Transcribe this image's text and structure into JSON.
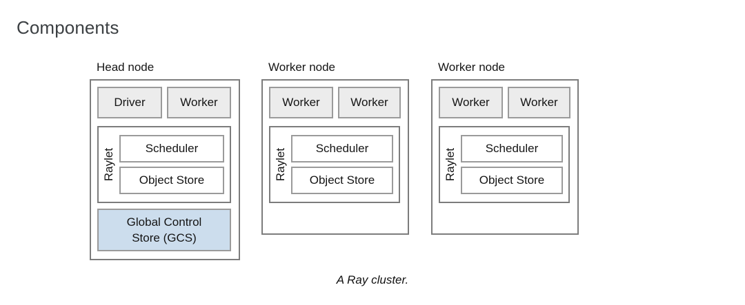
{
  "slide": {
    "title": "Components",
    "caption": "A Ray cluster."
  },
  "labels": {
    "raylet": "Raylet",
    "scheduler": "Scheduler",
    "object_store": "Object Store",
    "driver": "Driver",
    "worker": "Worker",
    "gcs_line1": "Global Control",
    "gcs_line2": "Store (GCS)"
  },
  "colors": {
    "title_text": "#3c4043",
    "node_border": "#7c7c7c",
    "box_border": "#9a9a9a",
    "process_fill": "#ececec",
    "gcs_fill": "#ccdded",
    "background": "#ffffff"
  },
  "nodes": [
    {
      "label": "Head node",
      "processes": [
        "Driver",
        "Worker"
      ],
      "raylet": {
        "label": "Raylet",
        "components": [
          "Scheduler",
          "Object Store"
        ]
      },
      "gcs": {
        "line1": "Global Control",
        "line2": "Store (GCS)"
      }
    },
    {
      "label": "Worker node",
      "processes": [
        "Worker",
        "Worker"
      ],
      "raylet": {
        "label": "Raylet",
        "components": [
          "Scheduler",
          "Object Store"
        ]
      },
      "gcs": null
    },
    {
      "label": "Worker node",
      "processes": [
        "Worker",
        "Worker"
      ],
      "raylet": {
        "label": "Raylet",
        "components": [
          "Scheduler",
          "Object Store"
        ]
      },
      "gcs": null
    }
  ]
}
